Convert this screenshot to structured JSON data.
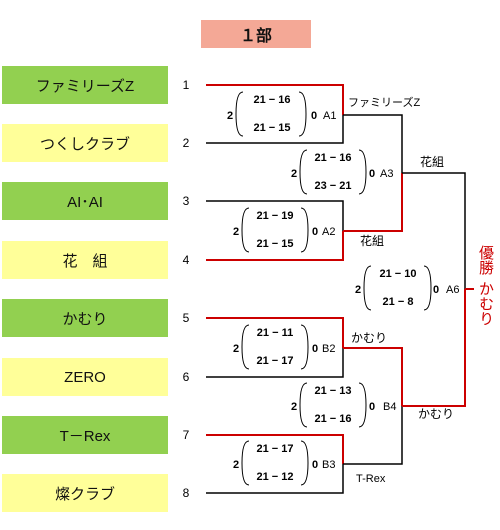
{
  "title": "１部",
  "teams": [
    {
      "name": "ファミリーズZ",
      "seed": "1",
      "color": "green"
    },
    {
      "name": "つくしクラブ",
      "seed": "2",
      "color": "yellow"
    },
    {
      "name": "AI･AI",
      "seed": "3",
      "color": "green"
    },
    {
      "name": "花　組",
      "seed": "4",
      "color": "yellow"
    },
    {
      "name": "かむり",
      "seed": "5",
      "color": "green"
    },
    {
      "name": "ZERO",
      "seed": "6",
      "color": "yellow"
    },
    {
      "name": "T－Rex",
      "seed": "7",
      "color": "green"
    },
    {
      "name": "燦クラブ",
      "seed": "8",
      "color": "yellow"
    }
  ],
  "matches": {
    "A1": {
      "id": "A1",
      "left_total": "2",
      "right_total": "0",
      "set1": "21 − 16",
      "set2": "21 − 15",
      "winner": "ファミリーズZ"
    },
    "A2": {
      "id": "A2",
      "left_total": "2",
      "right_total": "0",
      "set1": "21 − 19",
      "set2": "21 − 15",
      "winner": "花組"
    },
    "B2": {
      "id": "B2",
      "left_total": "2",
      "right_total": "0",
      "set1": "21 − 11",
      "set2": "21 − 17",
      "winner": "かむり"
    },
    "B3": {
      "id": "B3",
      "left_total": "2",
      "right_total": "0",
      "set1": "21 − 17",
      "set2": "21 − 12",
      "winner": "T-Rex"
    },
    "A3": {
      "id": "A3",
      "left_total": "2",
      "right_total": "0",
      "set1": "21 − 16",
      "set2": "23 − 21",
      "winner": "花組"
    },
    "B4": {
      "id": "B4",
      "left_total": "2",
      "right_total": "0",
      "set1": "21 − 13",
      "set2": "21 − 16",
      "winner": "かむり"
    },
    "A6": {
      "id": "A6",
      "left_total": "2",
      "right_total": "0",
      "set1": "21 − 10",
      "set2": "21 −  8"
    }
  },
  "champion": {
    "label": "優勝",
    "name": "かむり"
  },
  "colors": {
    "win_line": "#cc0000",
    "line": "#000000",
    "green": "#92d050",
    "yellow": "#ffff99",
    "title_bg": "#f4a896"
  }
}
